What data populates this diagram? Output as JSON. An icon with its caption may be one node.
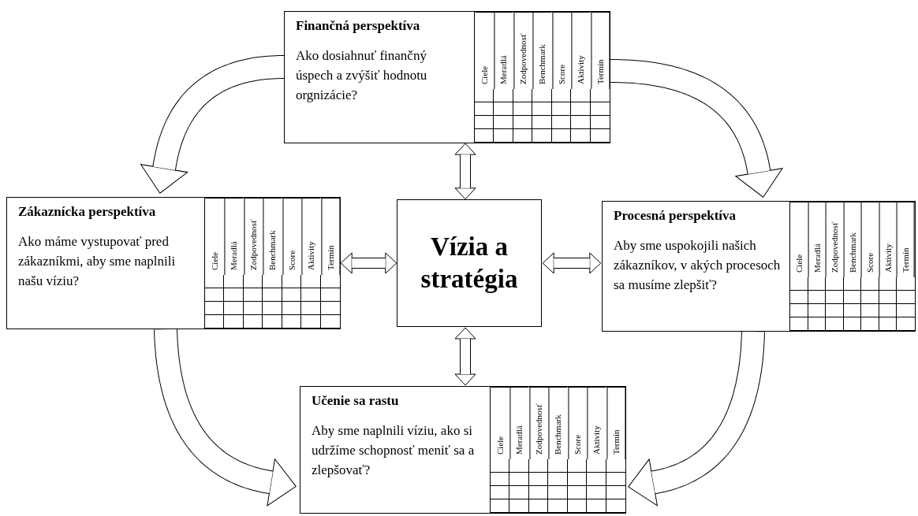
{
  "diagram": {
    "nodes": [
      {
        "text": [
          "Finančná perspektíva",
          "Ako dosiahnuť finančný úspech a zvýšiť hodnotu orgnizácie?"
        ]
      },
      {
        "text": [
          "Zákaznícka perspektíva",
          "Ako máme vystupovať pred zákazníkmi, aby sme naplnili našu víziu?"
        ]
      },
      {
        "text": [
          "Vízia a stratégia"
        ]
      },
      {
        "text": [
          "Procesná perspektíva",
          "Aby sme uspokojili našich zákazníkov, v akých procesoch sa musíme zlepšiť?"
        ]
      },
      {
        "text": [
          "Učenie sa rastu",
          "Aby sme naplnili víziu, ako si udržíme schopnosť meniť sa a zlepšovať?"
        ]
      }
    ],
    "edges": [
      {
        "from": 2,
        "to": 0,
        "arrow": "both"
      },
      {
        "from": 2,
        "to": 1,
        "arrow": "both"
      },
      {
        "from": 2,
        "to": 3,
        "arrow": "both"
      },
      {
        "from": 2,
        "to": 4,
        "arrow": "both"
      },
      {
        "from": 0,
        "to": 1,
        "arrow": "to",
        "style": "thick"
      },
      {
        "from": 0,
        "to": 3,
        "arrow": "to",
        "style": "thick"
      },
      {
        "from": 3,
        "to": 4,
        "arrow": "to",
        "style": "thick"
      },
      {
        "from": 1,
        "to": 4,
        "arrow": "to",
        "style": "thick"
      }
    ],
    "labels": [
      "Ciele",
      "Meradlá",
      "Zodpovednosť",
      "Benchmark",
      "Score",
      "Aktivity",
      "Termín",
      "Ciele",
      "Meradlá",
      "Zodpovednosť",
      "Benchmark",
      "Score",
      "Aktivity",
      "Termín",
      "Ciele",
      "Meradlá",
      "Zodpovednosť",
      "Benchmark",
      "Score",
      "Aktivity",
      "Termín",
      "Ciele",
      "Meradlá",
      "Zodpovednosť",
      "Benchmark",
      "Score",
      "Aktivity",
      "Termín"
    ]
  }
}
